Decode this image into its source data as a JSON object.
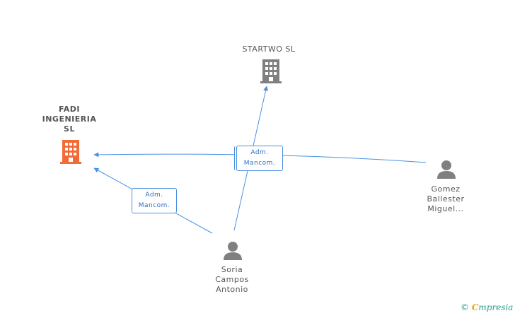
{
  "nodes": {
    "startwo": {
      "label": "STARTWO  SL",
      "type": "company"
    },
    "fadi": {
      "label": "FADI\nINGENIERIA\nSL",
      "type": "company-main"
    },
    "gomez": {
      "label": "Gomez\nBallester\nMiguel...",
      "type": "person"
    },
    "soria": {
      "label": "Soria\nCampos\nAntonio",
      "type": "person"
    }
  },
  "edges": {
    "center": {
      "label": "Adm.\nMancom."
    },
    "left": {
      "label": "Adm.\nMancom."
    }
  },
  "colors": {
    "edge": "#4a90e2",
    "company_icon": "#808080",
    "main_company_icon": "#f26a35",
    "person_icon": "#808080"
  },
  "brand": {
    "copyright": "©",
    "name_first": "C",
    "name_rest": "mpresia"
  }
}
